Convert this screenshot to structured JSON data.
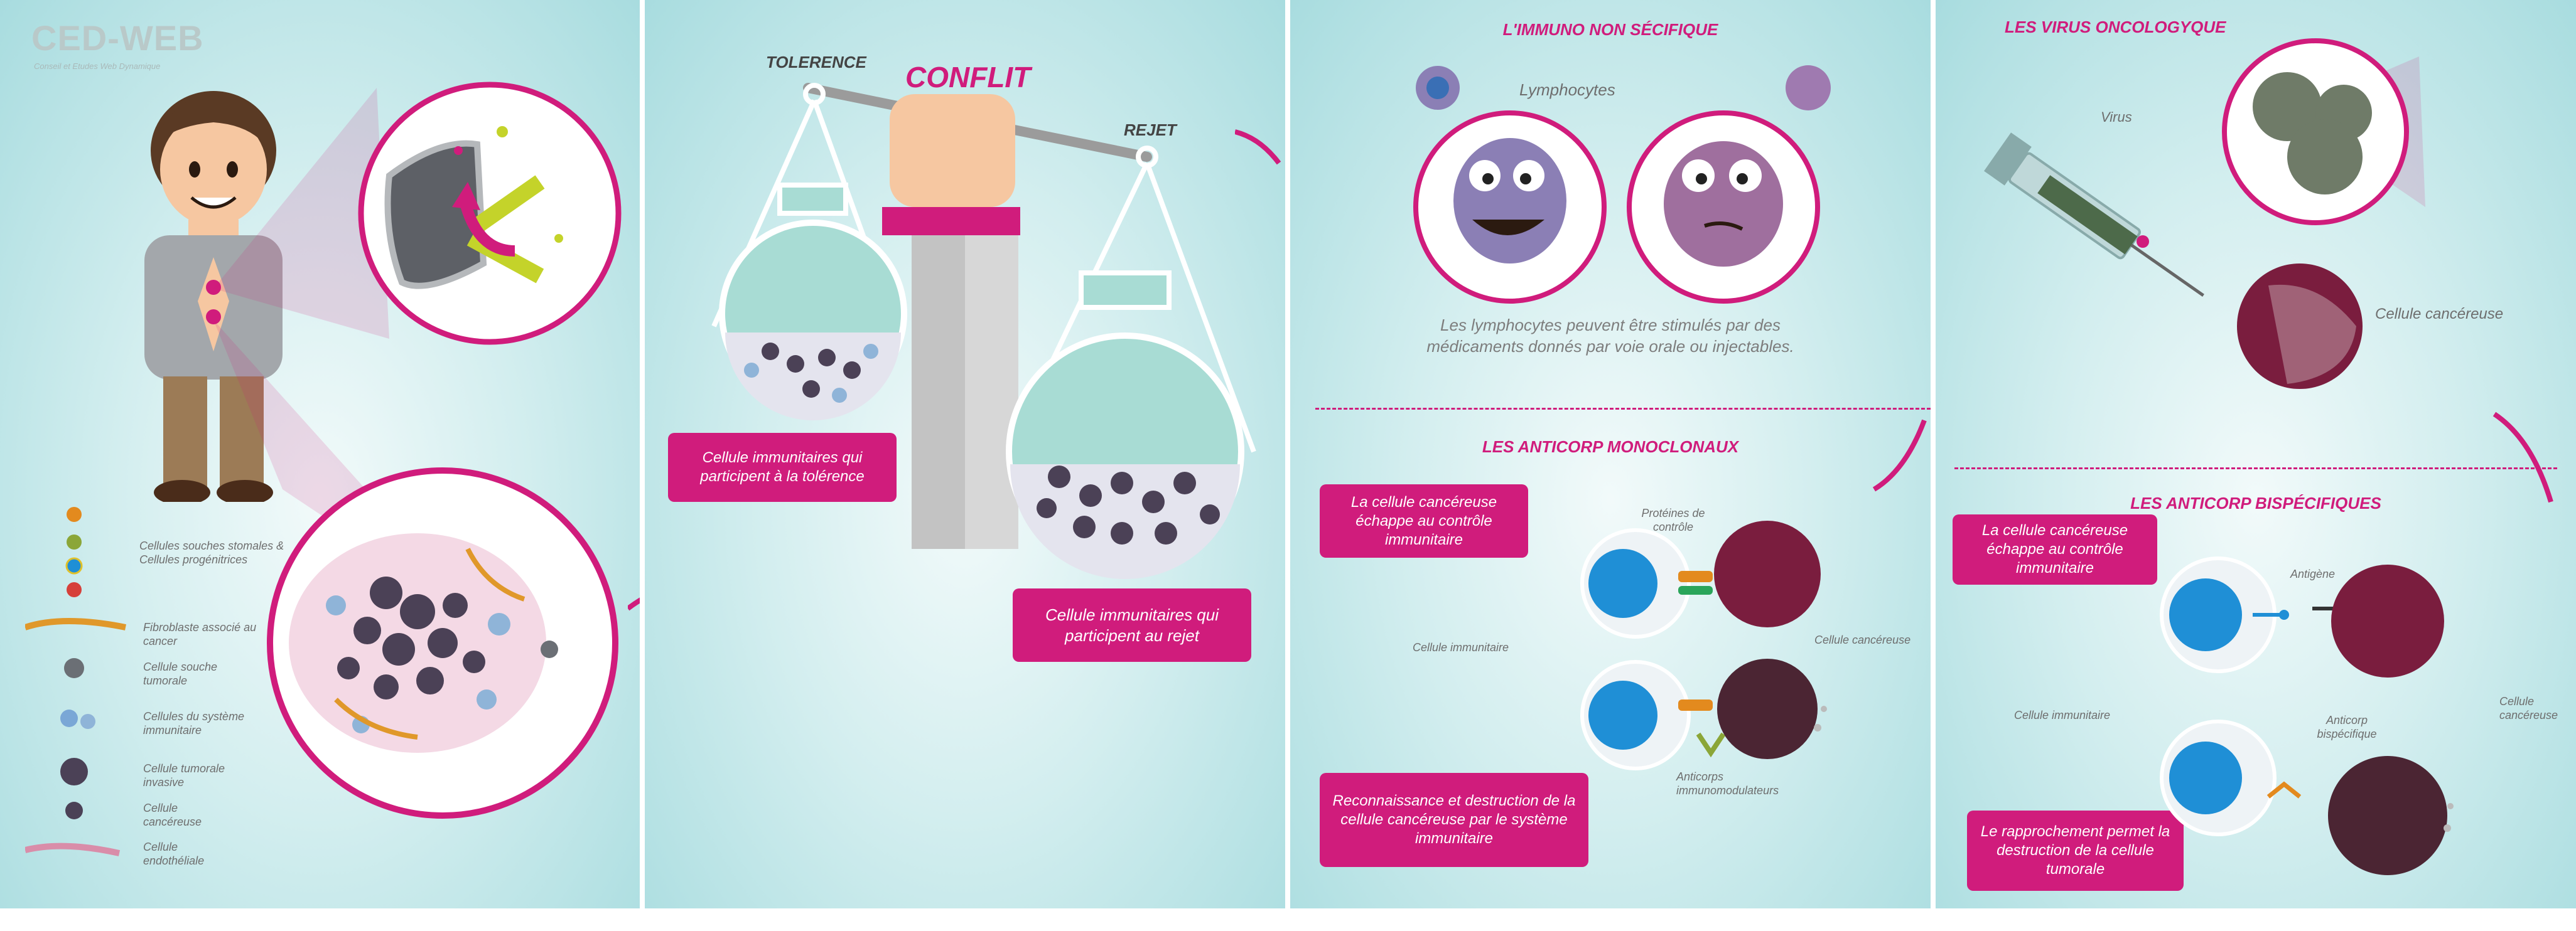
{
  "brand": {
    "logo": "CED-WEB",
    "tagline": "Conseil et Etudes Web Dynamique"
  },
  "panel1": {
    "legend": [
      {
        "label": "Cellules souches stomales & Cellules progénitrices"
      },
      {
        "label": "Fibroblaste associé au cancer"
      },
      {
        "label": "Cellule souche tumorale"
      },
      {
        "label": "Cellules du système immunitaire"
      },
      {
        "label": "Cellule tumorale invasive"
      },
      {
        "label": "Cellule cancéreuse"
      },
      {
        "label": "Cellule endothéliale"
      }
    ]
  },
  "panel2": {
    "tolerence": "TOLERENCE",
    "conflit": "CONFLIT",
    "rejet": "REJET",
    "box_tolerance": "Cellule immunitaires qui participent à la tolérence",
    "box_rejet": "Cellule immunitaires qui participent au rejet"
  },
  "panel3": {
    "title_top": "L'IMMUNO NON SÉCIFIQUE",
    "lymphocytes": "Lymphocytes",
    "description": "Les lymphocytes peuvent être stimulés par des médicaments donnés par voie orale ou injectables.",
    "title_bottom": "LES ANTICORP MONOCLONAUX",
    "box_echappe": "La cellule cancéreuse échappe au contrôle immunitaire",
    "box_reconnaissance": "Reconnaissance et destruction de la cellule cancéreuse par le système immunitaire",
    "label_proteines": "Protéines de contrôle",
    "label_cellule_immunitaire": "Cellule immunitaire",
    "label_cellule_cancereuse": "Cellule cancéreuse",
    "label_anticorps": "Anticorps immunomodulateurs"
  },
  "panel4": {
    "title_top": "LES VIRUS ONCOLOGYQUE",
    "label_virus": "Virus",
    "label_cellule_cancereuse": "Cellule cancéreuse",
    "title_bottom": "LES ANTICORP BISPÉCIFIQUES",
    "box_echappe": "La cellule cancéreuse échappe au contrôle immunitaire",
    "box_rapprochement": "Le rapprochement permet la destruction de la cellule tumorale",
    "label_antigene": "Antigène",
    "label_cellule_immunitaire": "Cellule immunitaire",
    "label_anticorp": "Anticorp bispécifique"
  },
  "colors": {
    "accent": "#d01c7c",
    "teal": "#a8dcdf",
    "immune_blue": "#1f8fd6",
    "cancer": "#7a1d3e"
  }
}
